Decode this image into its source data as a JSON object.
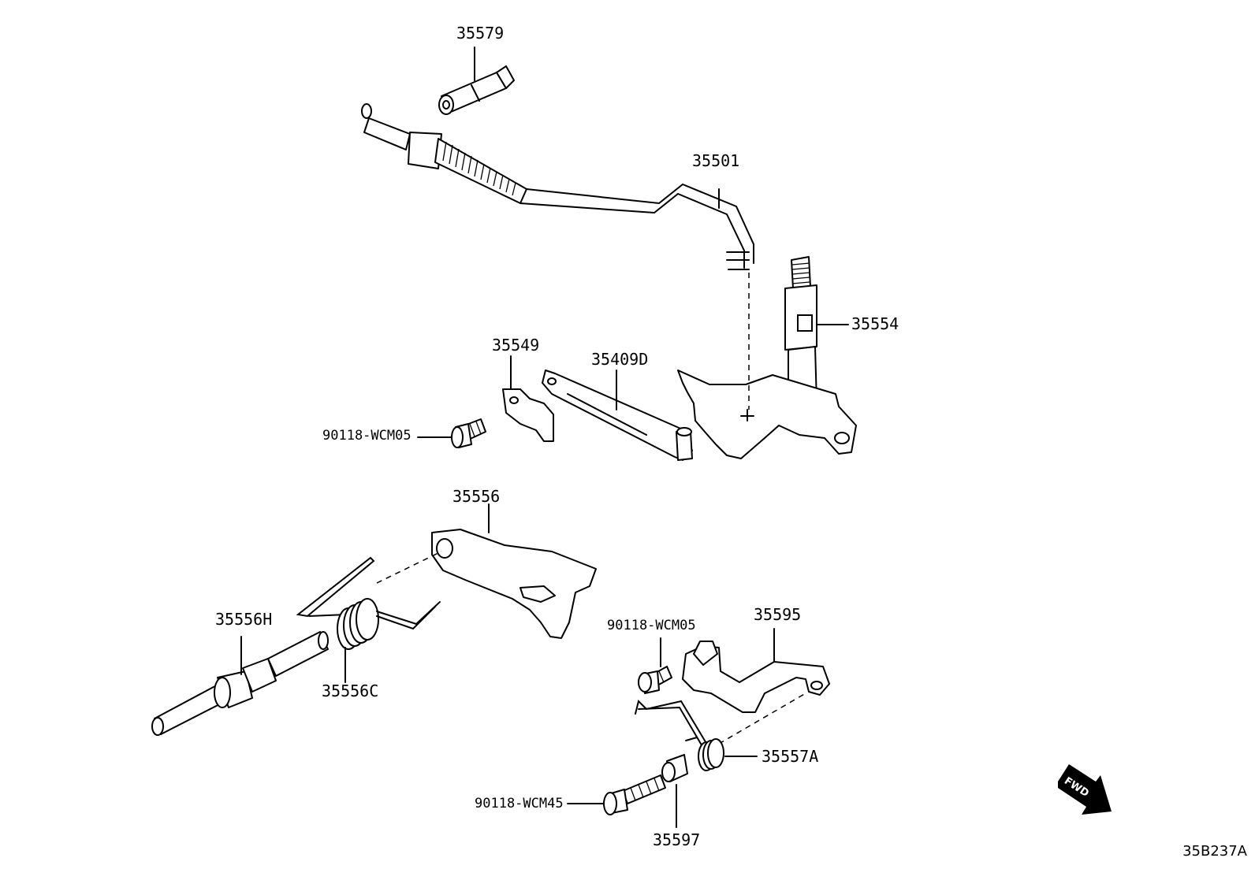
{
  "diagram": {
    "labels": {
      "p35579": "35579",
      "p35501": "35501",
      "p35554": "35554",
      "p35549": "35549",
      "p35409D": "35409D",
      "p90118_wcm05_top": "90118-WCM05",
      "p35556": "35556",
      "p35556H": "35556H",
      "p35556C": "35556C",
      "p35595": "35595",
      "p90118_wcm05_bottom": "90118-WCM05",
      "p35557A": "35557A",
      "p90118_wcm45": "90118-WCM45",
      "p35597": "35597"
    },
    "fwd_badge": "FWD",
    "reference_code": "35B237A"
  }
}
